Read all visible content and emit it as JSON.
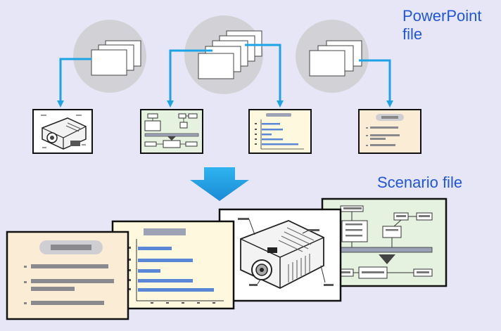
{
  "labels": {
    "powerpoint_line1": "PowerPoint",
    "powerpoint_line2": "file",
    "scenario": "Scenario file"
  },
  "colors": {
    "background": "#e6e6f7",
    "label_text": "#1f56d8",
    "arrow": "#1ea3e6",
    "circle": "#d2d2d6",
    "slide_green": "#e6f2e0",
    "slide_cream": "#fdf8de",
    "slide_peach": "#fbecd6"
  },
  "icons": [
    "projector-drawing",
    "flowchart-drawing",
    "bar-chart-drawing",
    "bullet-list-drawing",
    "down-arrow-icon"
  ]
}
